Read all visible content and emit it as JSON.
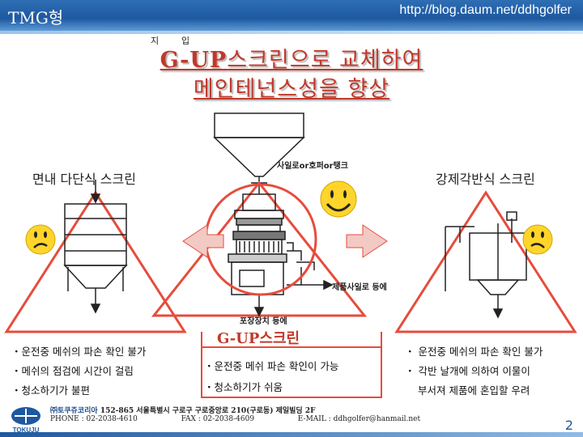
{
  "header": {
    "brand": "TMG형",
    "url": "http://blog.daum.net/ddhgolfer"
  },
  "title": {
    "ruby_left": "지",
    "ruby_right": "입",
    "line1_gup": "G-UP",
    "line1_rest": "스크린으로 교체하여",
    "line2": "메인테넌스성을 향상"
  },
  "diagram": {
    "left_label": "면내 다단식 스크린",
    "right_label": "강제각반식 스크린",
    "silo_label": "사일로or호퍼or탱크",
    "product_label": "제품사일로 등에",
    "packing_label": "포장장치 등에"
  },
  "left_bullets": [
    "・운전중 메쉬의 파손 확인 불가",
    "・메쉬의 점검에 시간이 걸림",
    "・청소하기가 불편"
  ],
  "center": {
    "title": "G-UP스크린",
    "bullets": [
      "・운전중 메쉬 파손 확인이 가능",
      "・청소하기가 쉬움"
    ]
  },
  "right_bullets": [
    "・ 운전중 메쉬의 파손 확인 불가",
    "・ 각반 날개에 의하여 이물이",
    "부서져 제품에 혼입할 우려"
  ],
  "footer": {
    "logo_text": "TOKUJU",
    "company": "㈜토쿠쥬코리아",
    "address": " 152-865 서울특별시 구로구 구로중앙로 210(구로동) 제일빌딩 2F",
    "phone": "PHONE : 02-2038-4610",
    "fax": "FAX : 02-2038-4609",
    "email": "E-MAIL : ddhgolfer@hanmail.net",
    "page": "2"
  },
  "colors": {
    "accent_red": "#e74c3c",
    "header_blue": "#1d58a0",
    "smiley_yellow": "#ffd52b"
  }
}
